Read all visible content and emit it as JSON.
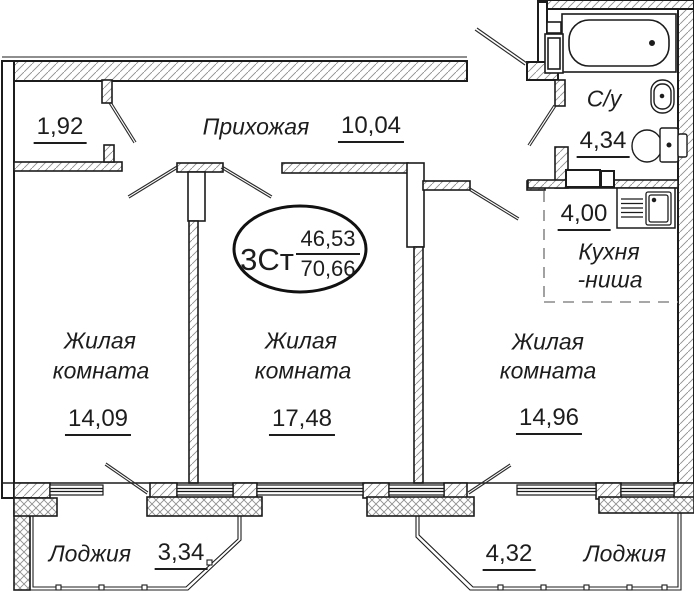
{
  "unit_tag": {
    "type_label": "3Ст",
    "upper_area": "46,53",
    "lower_area": "70,66"
  },
  "rooms": {
    "closet": {
      "area": "1,92"
    },
    "hallway": {
      "name": "Прихожая",
      "area": "10,04"
    },
    "bathroom": {
      "name": "С/у",
      "area": "4,34"
    },
    "kitchen": {
      "area": "4,00",
      "name_line1": "Кухня",
      "name_line2": "-ниша"
    },
    "room1": {
      "name_line1": "Жилая",
      "name_line2": "комната",
      "area": "14,09"
    },
    "room2": {
      "name_line1": "Жилая",
      "name_line2": "комната",
      "area": "17,48"
    },
    "room3": {
      "name_line1": "Жилая",
      "name_line2": "комната",
      "area": "14,96"
    },
    "loggia1": {
      "name": "Лоджия",
      "area": "3,34"
    },
    "loggia2": {
      "name": "Лоджия",
      "area": "4,32"
    }
  },
  "colors": {
    "line": "#1c1c1c",
    "hatch": "#8f8f8f",
    "text": "#1d1d1d"
  }
}
